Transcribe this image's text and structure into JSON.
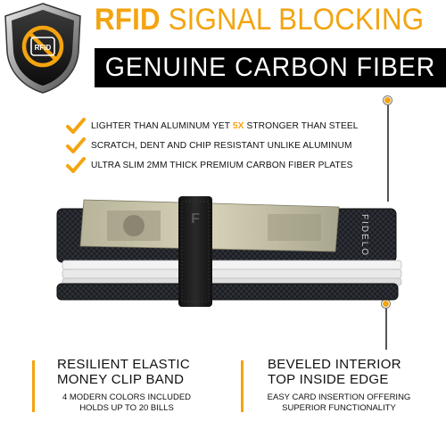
{
  "shield": {
    "badge_text": "RFID",
    "icon": "rfid-blocked-shield-icon"
  },
  "headline": {
    "bold": "RFID",
    "rest": " SIGNAL BLOCKING"
  },
  "banner": {
    "text": "GENUINE CARBON FIBER"
  },
  "features": [
    {
      "before": "LIGHTER THAN ALUMINUM YET ",
      "highlight": "5X",
      "after": " STRONGER THAN STEEL",
      "icon": "check-icon"
    },
    {
      "before": "SCRATCH, DENT AND CHIP RESISTANT UNLIKE ALUMINUM",
      "highlight": "",
      "after": "",
      "icon": "check-icon"
    },
    {
      "before": "ULTRA SLIM 2MM THICK PREMIUM CARBON FIBER PLATES",
      "highlight": "",
      "after": "",
      "icon": "check-icon"
    }
  ],
  "product": {
    "wallet_brand": "FIDELO",
    "band_logo": "F"
  },
  "callouts": {
    "left": {
      "title_line1": "RESILIENT ELASTIC",
      "title_line2": "MONEY CLIP BAND",
      "sub_line1": "4 MODERN COLORS INCLUDED",
      "sub_line2": "HOLDS UP TO 20 BILLS"
    },
    "right": {
      "title_line1": "BEVELED INTERIOR",
      "title_line2": "TOP INSIDE EDGE",
      "sub_line1": "EASY CARD INSERTION OFFERING",
      "sub_line2": "SUPERIOR FUNCTIONALITY"
    }
  },
  "colors": {
    "accent": "#f3a410",
    "banner_bg": "#000000",
    "text": "#111111"
  }
}
